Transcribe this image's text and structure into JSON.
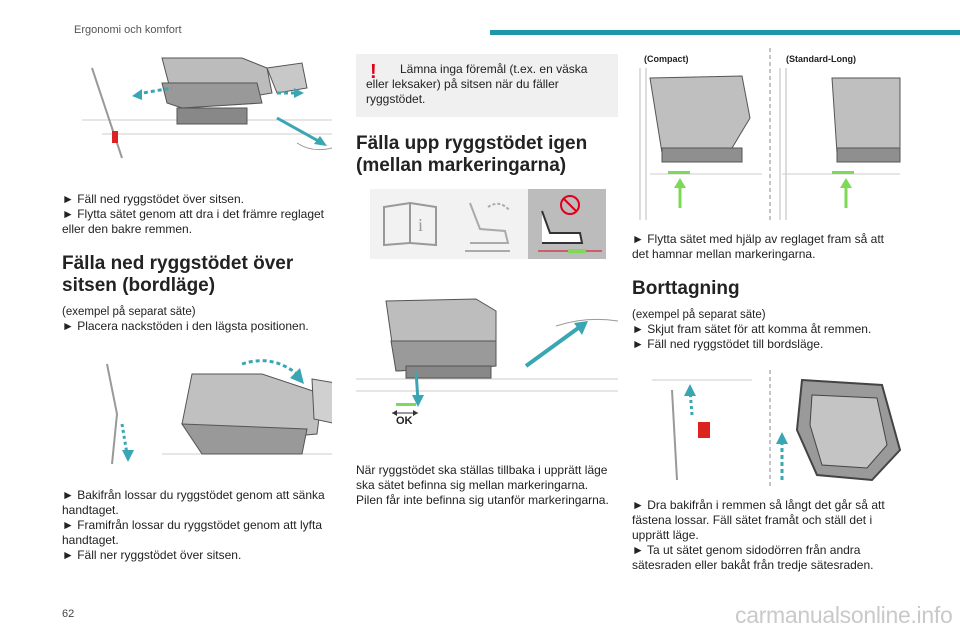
{
  "header": {
    "section_title": "Ergonomi och komfort"
  },
  "footer": {
    "page_number": "62",
    "watermark": "carmanualsonline.info"
  },
  "col1": {
    "steps_a": [
      "► Fäll ned ryggstödet över sitsen.",
      "► Flytta sätet genom att dra i det främre reglaget eller den bakre remmen."
    ],
    "heading": "Fälla ned ryggstödet över sitsen (bordläge)",
    "example": "(exempel på separat säte)",
    "step_b": "► Placera nackstöden i den lägsta positionen.",
    "steps_c": [
      "► Bakifrån lossar du ryggstödet genom att sänka handtaget.",
      "► Framifrån lossar du ryggstödet genom att lyfta handtaget.",
      "► Fäll ner ryggstödet över sitsen."
    ]
  },
  "col2": {
    "warning": "Lämna inga föremål (t.ex. en väska eller leksaker) på sitsen när du fäller ryggstödet.",
    "heading": "Fälla upp ryggstödet igen (mellan markeringarna)",
    "ok_label": "OK",
    "text": "När ryggstödet ska ställas tillbaka i upprätt läge ska sätet befinna sig mellan markeringarna. Pilen får inte befinna sig utanför markeringarna."
  },
  "col3": {
    "fig_label_left": "(Compact)",
    "fig_label_right": "(Standard-Long)",
    "step_a": "► Flytta sätet med hjälp av reglaget fram så att det hamnar mellan markeringarna.",
    "heading": "Borttagning",
    "example": "(exempel på separat säte)",
    "steps_b": [
      "► Skjut fram sätet för att komma åt remmen.",
      "► Fäll ned ryggstödet till bordsläge."
    ],
    "steps_c": [
      "► Dra bakifrån i remmen så långt det går så att fästena lossar. Fäll sätet framåt och ställ det i upprätt läge.",
      "► Ta ut sätet genom sidodörren från andra sätesraden eller bakåt från tredje sätesraden."
    ]
  },
  "colors": {
    "accent": "#1f97a8",
    "warning": "#e0001b",
    "arrow": "#3aa6b4",
    "ok_green": "#7ed957"
  }
}
